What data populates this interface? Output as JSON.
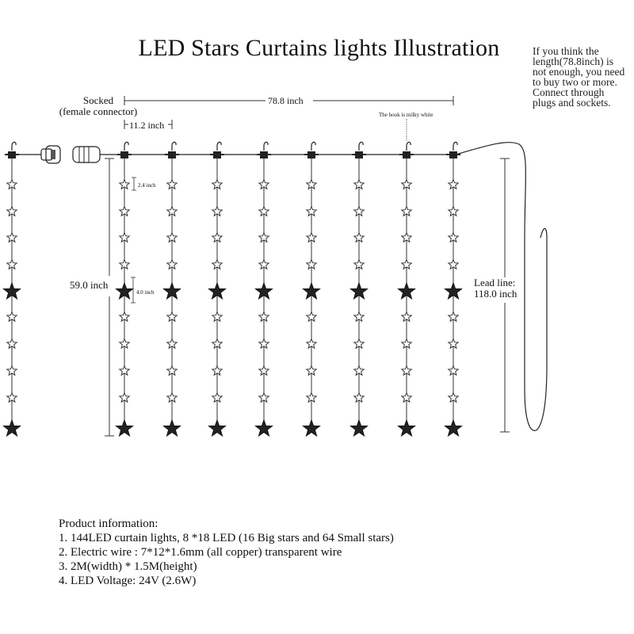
{
  "title": "LED Stars Curtains lights Illustration",
  "note": "If you think the length(78.8inch) is not enough, you need to buy two or more. Connect through plugs and sockets.",
  "socket_label_line1": "Socked",
  "socket_label_line2": "(female connector)",
  "width_label": "78.8 inch",
  "spacing_label": "11.2 inch",
  "hook_note": "The hook is milky white",
  "height_label": "59.0 inch",
  "small_gap_label": "2.4 inch",
  "big_gap_label": "4.0 inch",
  "lead_label_line1": "Lead line:",
  "lead_label_line2": "118.0 inch",
  "product_info": {
    "heading": "Product information:",
    "items": [
      "1. 144LED curtain lights, 8 *18 LED (16 Big stars and 64 Small stars)",
      "2. Electric wire : 7*12*1.6mm (all copper) transparent wire",
      "3. 2M(width) * 1.5M(height)",
      "4. LED Voltage: 24V (2.6W)"
    ]
  }
}
